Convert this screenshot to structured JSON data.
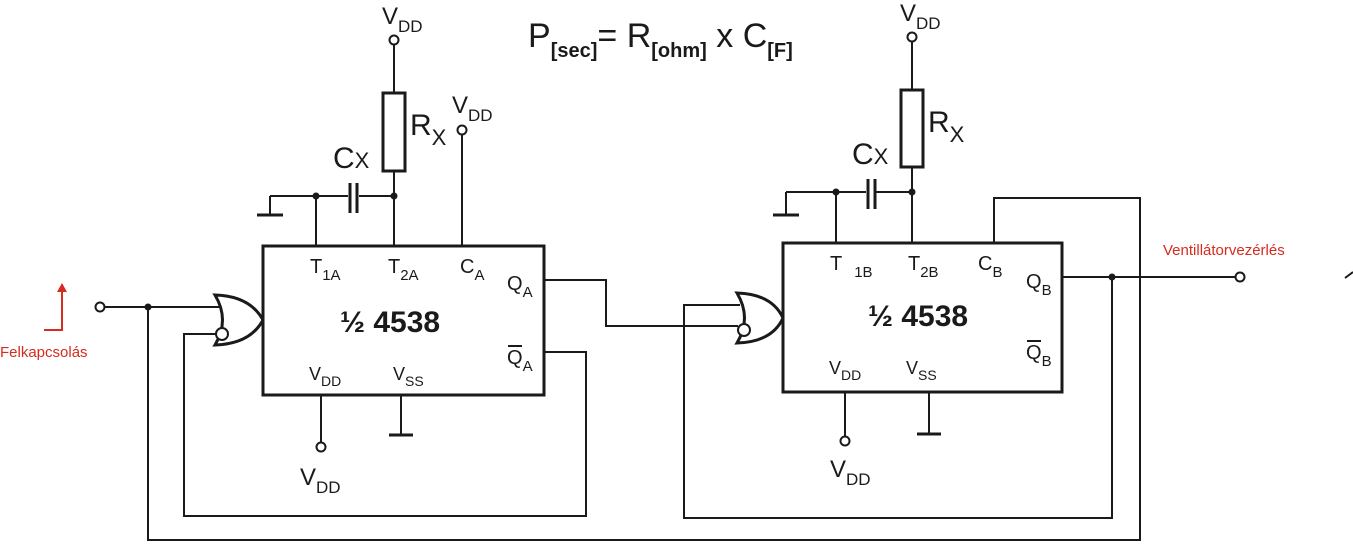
{
  "formula": {
    "p": "P",
    "p_sub": "[sec]",
    "eq": "= R",
    "r_sub": "[ohm]",
    "x": " x C",
    "c_sub": "[F]"
  },
  "labels": {
    "vdd_main": "V",
    "vdd_sub": "DD",
    "vss_sub": "SS",
    "rx_main": "R",
    "rx_sub": "X",
    "cx_main": "C",
    "cx_sub": "X",
    "input": "Felkapcsolás",
    "output": "Ventillátorvezérlés"
  },
  "chip_a": {
    "title": "½ 4538",
    "t1": "T",
    "t1_sub": "1A",
    "t2": "T",
    "t2_sub": "2A",
    "c": "C",
    "c_sub": "A",
    "q": "Q",
    "q_sub": "A",
    "qn": "Q",
    "qn_sub": "A",
    "vdd": "V",
    "vdd_sub": "DD",
    "vss": "V",
    "vss_sub": "SS"
  },
  "chip_b": {
    "title": "½ 4538",
    "t1": "T",
    "t1_sub": "1B",
    "t2": "T",
    "t2_sub": "2B",
    "c": "C",
    "c_sub": "B",
    "q": "Q",
    "q_sub": "B",
    "qn": "Q",
    "qn_sub": "B",
    "vdd": "V",
    "vdd_sub": "DD",
    "vss": "V",
    "vss_sub": "SS"
  },
  "colors": {
    "wire": "#1a1a1a",
    "annotation": "#d62b1e",
    "background": "#ffffff"
  }
}
